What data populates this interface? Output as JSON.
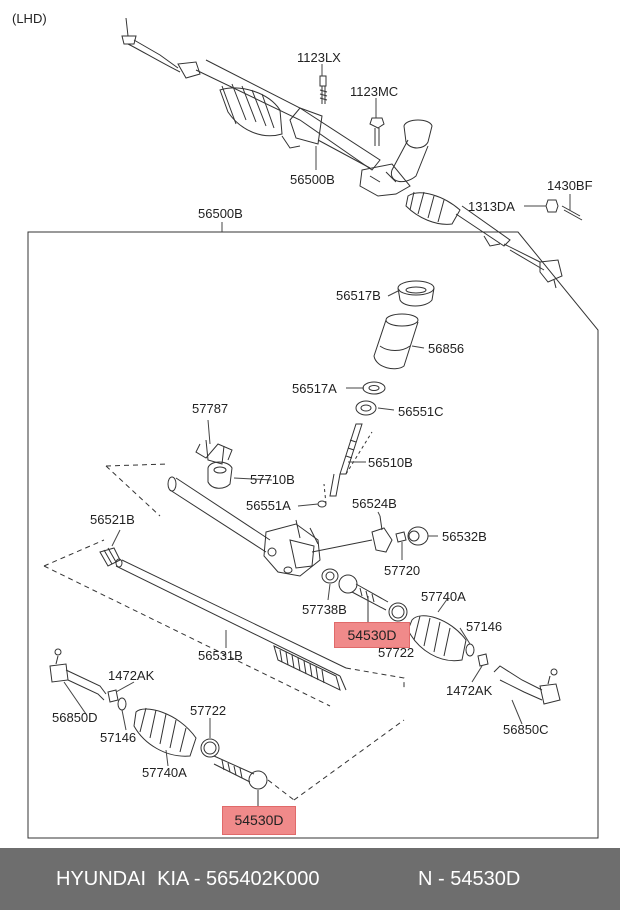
{
  "header": {
    "orientation": "(LHD)"
  },
  "assembly_labels": {
    "top_assembly": "56500B",
    "top_bolt": "1123LX",
    "top_bolt2": "1123MC",
    "top_nut": "1313DA",
    "top_pin": "1430BF",
    "box_title": "56500B"
  },
  "parts": {
    "p56517B": "56517B",
    "p56856": "56856",
    "p56517A": "56517A",
    "p56551C": "56551C",
    "p57787": "57787",
    "p56510B": "56510B",
    "p57710B": "57710B",
    "p56551A": "56551A",
    "p56524B": "56524B",
    "p56532B": "56532B",
    "p56521B": "56521B",
    "p57720": "57720",
    "p57738B": "57738B",
    "p57740A_r": "57740A",
    "p57146_r": "57146",
    "p57722_r": "57722",
    "p1472AK_r": "1472AK",
    "p56850C": "56850C",
    "p56531B": "56531B",
    "p1472AK_l": "1472AK",
    "p56850D": "56850D",
    "p57146_l": "57146",
    "p57722_l": "57722",
    "p57740A_l": "57740A"
  },
  "highlighted": {
    "h1": "54530D",
    "h2": "54530D",
    "color": "#f08a8a"
  },
  "footer": {
    "brand": "HYUNDAI  KIA - 565402K000",
    "part": "N - 54530D",
    "background": "#6e6e6e"
  }
}
